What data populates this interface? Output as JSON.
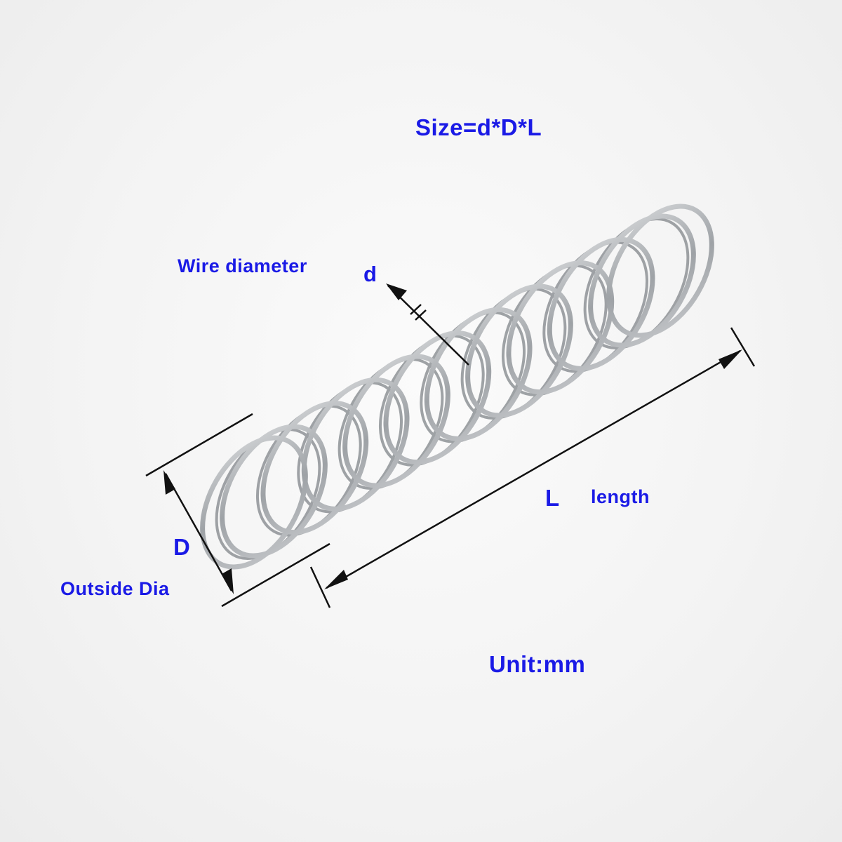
{
  "labels": {
    "size_formula": "Size=d*D*L",
    "wire_diameter": "Wire diameter",
    "wire_symbol": "d",
    "length_symbol": "L",
    "length": "length",
    "outside_symbol": "D",
    "outside_dia": "Outside Dia",
    "unit": "Unit:mm"
  },
  "colors": {
    "label": "#1a1ae6",
    "dimension_lines": "#111111",
    "spring_wire": "#b9bcbf"
  }
}
